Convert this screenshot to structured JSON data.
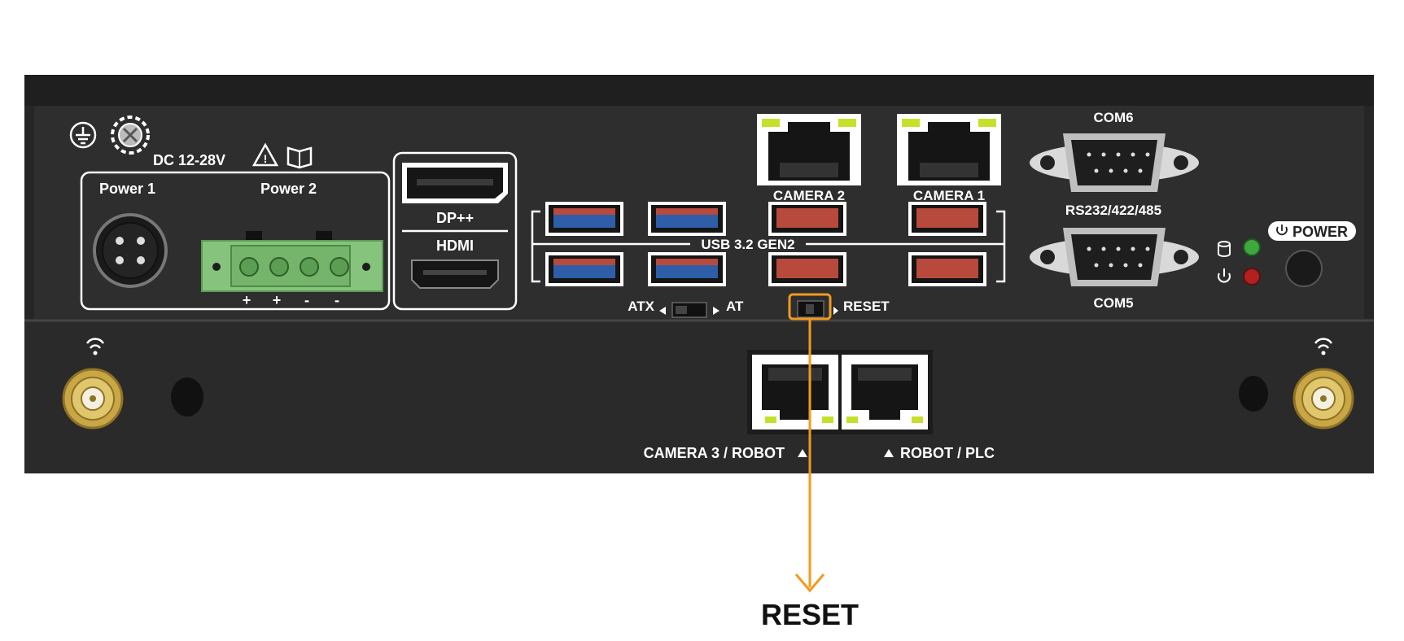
{
  "device": {
    "power_spec": "DC 12-28V",
    "power1_label": "Power 1",
    "power2_label": "Power 2",
    "terminal_signs": [
      "+",
      "+",
      "-",
      "-"
    ],
    "dp_label": "DP++",
    "hdmi_label": "HDMI",
    "usb_label": "USB 3.2 GEN2",
    "camera2_label": "CAMERA 2",
    "camera1_label": "CAMERA 1",
    "com6_label": "COM6",
    "com5_label": "COM5",
    "rs232_label": "RS232/422/485",
    "power_button_label": "POWER",
    "atx_label": "ATX",
    "at_label": "AT",
    "reset_small_label": "RESET",
    "camera3_label": "CAMERA 3 / ROBOT",
    "robot_plc_label": "ROBOT / PLC"
  },
  "callout": {
    "label": "RESET",
    "color": "#f29a1f"
  },
  "colors": {
    "chassis": "#2b2b2b",
    "chassis_dark": "#1e1e1e",
    "usb_blue": "#2f5ea8",
    "usb_red": "#b84a3d",
    "terminal_green": "#86c47d",
    "led_green": "#3ea83e",
    "led_red": "#b32020",
    "gold": "#c9a646"
  }
}
